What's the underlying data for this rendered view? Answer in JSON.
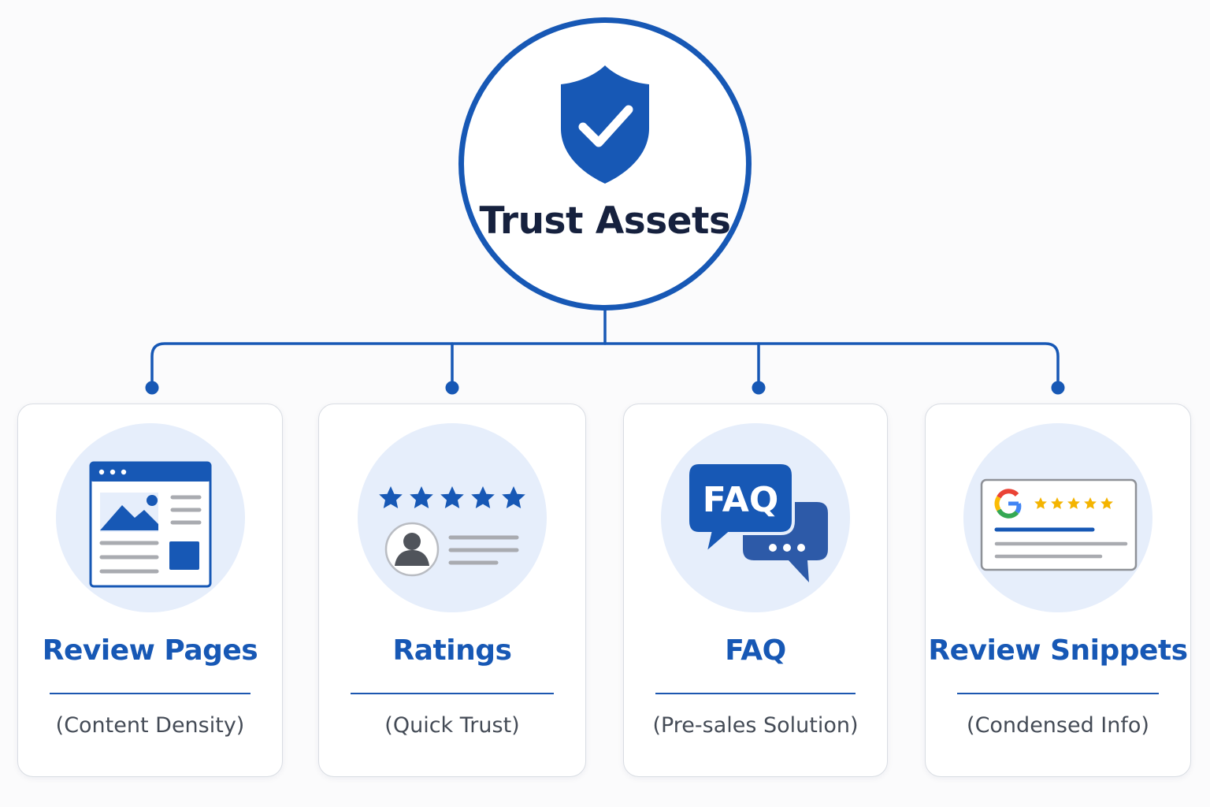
{
  "colors": {
    "primary": "#1758b5",
    "title_dark": "#16213e",
    "icon_bg": "#e6eefb",
    "card_border": "#d9dde3",
    "subtitle_gray": "#444b56",
    "star_gold": "#f4b400"
  },
  "root": {
    "title": "Trust Assets",
    "icon": "shield-check-icon"
  },
  "cards": [
    {
      "title": "Review Pages",
      "subtitle": "(Content Density)",
      "icon": "webpage-layout-icon"
    },
    {
      "title": "Ratings",
      "subtitle": "(Quick Trust)",
      "icon": "five-star-rating-icon"
    },
    {
      "title": "FAQ",
      "subtitle": "(Pre-sales Solution)",
      "icon": "faq-chat-bubbles-icon",
      "icon_text": "FAQ"
    },
    {
      "title": "Review Snippets",
      "subtitle": "(Condensed Info)",
      "icon": "google-review-snippet-icon"
    }
  ]
}
